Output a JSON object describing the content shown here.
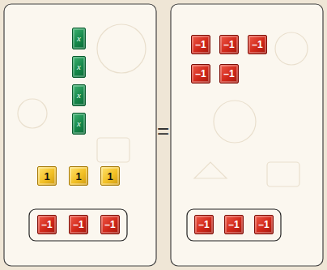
{
  "diagram": {
    "nodes": [
      {
        "text": [
          "x"
        ]
      },
      {
        "text": [
          "x"
        ]
      },
      {
        "text": [
          "x"
        ]
      },
      {
        "text": [
          "x"
        ]
      },
      {
        "text": [
          "1"
        ]
      },
      {
        "text": [
          "1"
        ]
      },
      {
        "text": [
          "1"
        ]
      },
      {
        "text": [
          "–1"
        ]
      },
      {
        "text": [
          "–1"
        ]
      },
      {
        "text": [
          "–1"
        ]
      },
      {
        "text": [
          "–1"
        ]
      },
      {
        "text": [
          "–1"
        ]
      },
      {
        "text": [
          "–1"
        ]
      },
      {
        "text": [
          "–1"
        ]
      },
      {
        "text": [
          "–1"
        ]
      },
      {
        "text": [
          "–1"
        ]
      },
      {
        "text": [
          "–1"
        ]
      },
      {
        "text": [
          "–1"
        ]
      }
    ],
    "labels": [
      "="
    ]
  }
}
